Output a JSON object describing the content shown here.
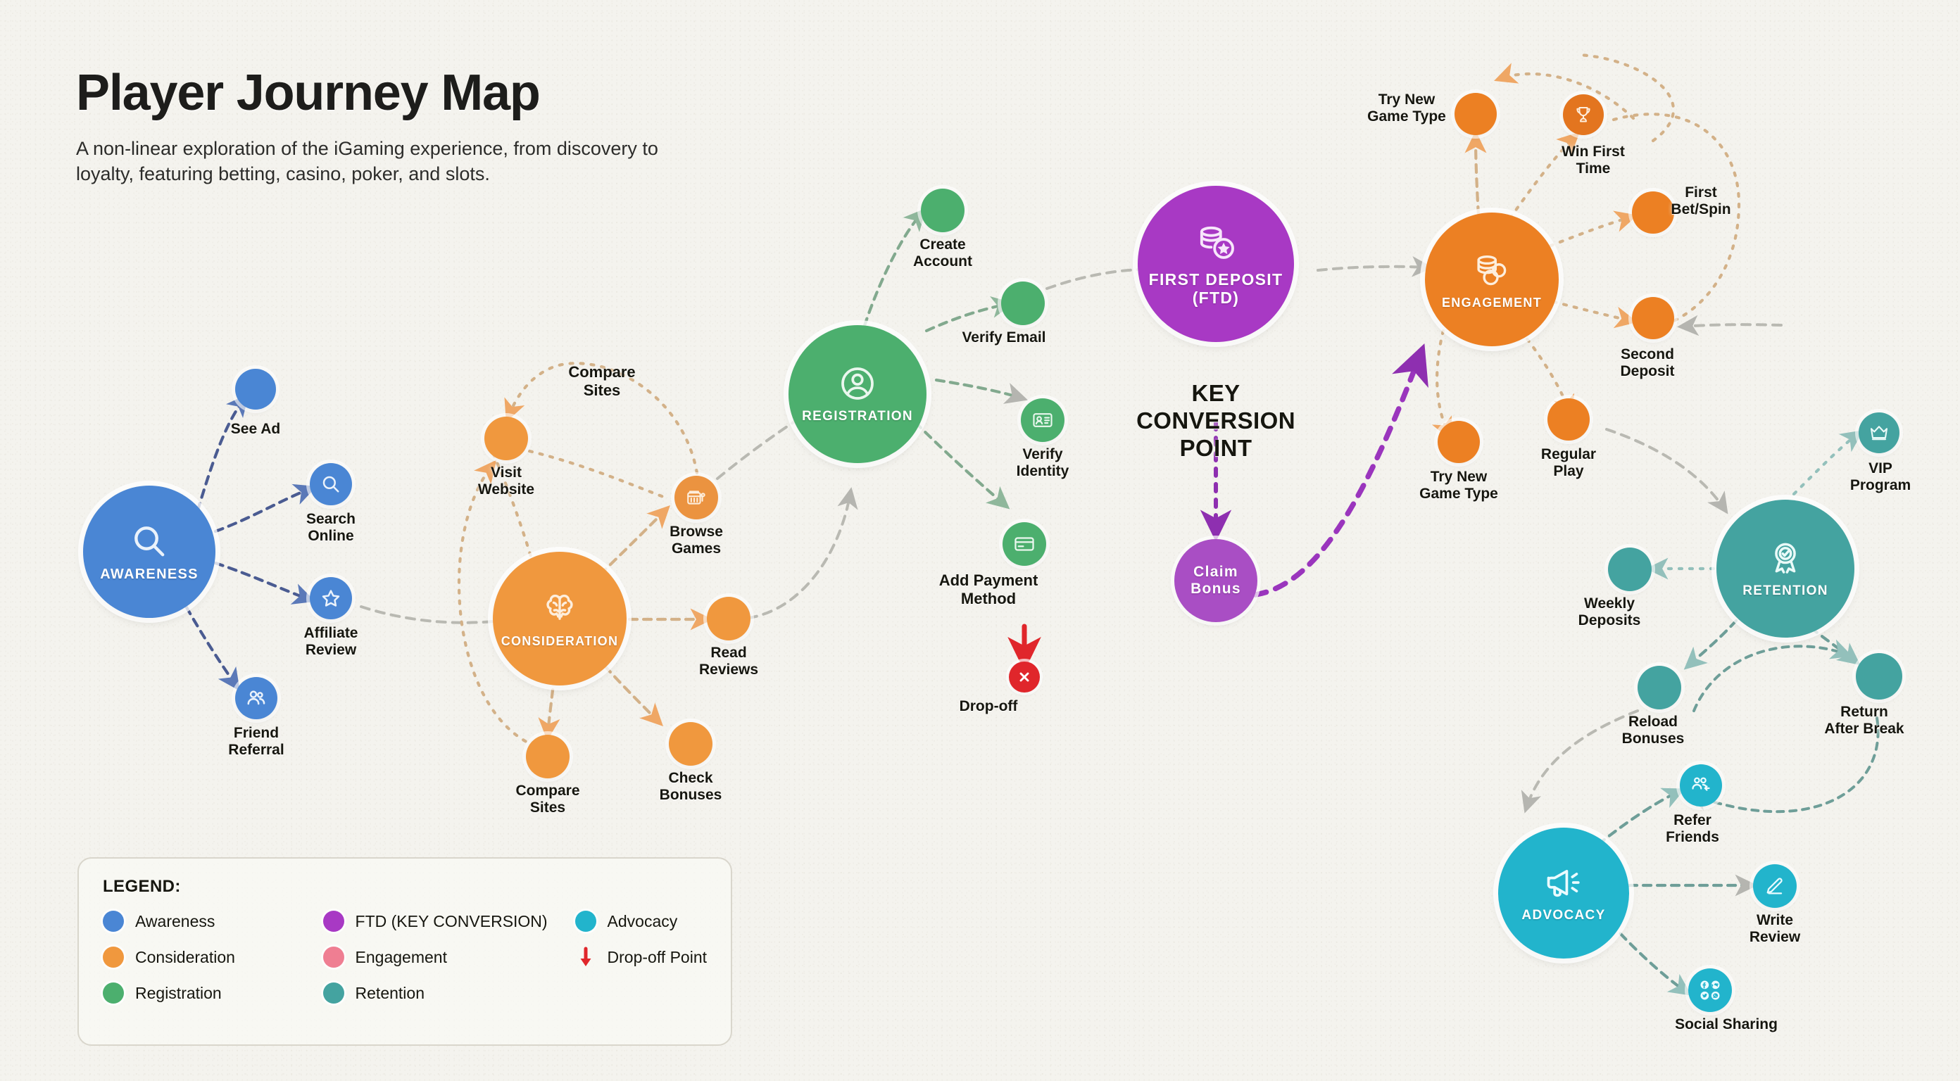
{
  "header": {
    "title": "Player Journey Map",
    "subtitle": "A non-linear exploration of the iGaming experience, from discovery to loyalty, featuring betting, casino, poker, and slots."
  },
  "palette": {
    "awareness": "#4a86d4",
    "consideration": "#f0983e",
    "registration": "#4caf6e",
    "ftd": "#a839c4",
    "engagement": "#ec8023",
    "retention": "#44a3a0",
    "advocacy": "#22b4cc",
    "dropoff": "#e0262b",
    "engagement_legend": "#ef7e92",
    "background": "#f4f3ee"
  },
  "annotations": [
    {
      "id": "key-conv",
      "text": "KEY\nCONVERSION\nPOINT"
    },
    {
      "id": "compare-sites-loop",
      "text": "Compare\nSites"
    }
  ],
  "hubs": [
    {
      "id": "awareness",
      "label": "AWARENESS",
      "icon": "search-icon",
      "stage": "awareness"
    },
    {
      "id": "consideration",
      "label": "CONSIDERATION",
      "icon": "brain-icon",
      "stage": "consideration"
    },
    {
      "id": "registration",
      "label": "REGISTRATION",
      "icon": "user-circle-icon",
      "stage": "registration"
    },
    {
      "id": "ftd",
      "label": "FIRST DEPOSIT\n(FTD)",
      "icon": "coins-star-icon",
      "stage": "ftd"
    },
    {
      "id": "engagement",
      "label": "ENGAGEMENT",
      "icon": "coin-stack-icon",
      "stage": "engagement"
    },
    {
      "id": "retention",
      "label": "RETENTION",
      "icon": "award-icon",
      "stage": "retention"
    },
    {
      "id": "advocacy",
      "label": "ADVOCACY",
      "icon": "megaphone-icon",
      "stage": "advocacy"
    }
  ],
  "nodes": [
    {
      "id": "see-ad",
      "label": "See Ad",
      "stage": "awareness",
      "icon": null
    },
    {
      "id": "search-online",
      "label": "Search\nOnline",
      "stage": "awareness",
      "icon": "search-icon"
    },
    {
      "id": "affiliate-review",
      "label": "Affiliate\nReview",
      "stage": "awareness",
      "icon": "star-icon"
    },
    {
      "id": "friend-referral",
      "label": "Friend\nReferral",
      "stage": "awareness",
      "icon": "people-icon"
    },
    {
      "id": "visit-website",
      "label": "Visit\nWebsite",
      "stage": "consideration",
      "icon": null
    },
    {
      "id": "browse-games",
      "label": "Browse\nGames",
      "stage": "consideration",
      "icon": "slot-machine-icon"
    },
    {
      "id": "read-reviews",
      "label": "Read\nReviews",
      "stage": "consideration",
      "icon": null
    },
    {
      "id": "check-bonuses",
      "label": "Check\nBonuses",
      "stage": "consideration",
      "icon": null
    },
    {
      "id": "compare-sites",
      "label": "Compare\nSites",
      "stage": "consideration",
      "icon": null
    },
    {
      "id": "create-account",
      "label": "Create\nAccount",
      "stage": "registration",
      "icon": null
    },
    {
      "id": "verify-email",
      "label": "Verify Email",
      "stage": "registration",
      "icon": null
    },
    {
      "id": "verify-identity",
      "label": "Verify\nIdentity",
      "stage": "registration",
      "icon": "id-card-icon"
    },
    {
      "id": "add-payment",
      "label": "Add Payment\nMethod",
      "stage": "registration",
      "icon": "credit-card-icon"
    },
    {
      "id": "drop-off",
      "label": "Drop-off",
      "stage": "dropoff",
      "icon": "x-circle-icon"
    },
    {
      "id": "claim-bonus",
      "label": "Claim\nBonus",
      "stage": "ftd",
      "icon": null,
      "inside": true
    },
    {
      "id": "try-new-game-top",
      "label": "Try New\nGame Type",
      "stage": "engagement",
      "icon": null
    },
    {
      "id": "win-first-time",
      "label": "Win First\nTime",
      "stage": "engagement",
      "icon": "trophy-icon"
    },
    {
      "id": "first-bet-spin",
      "label": "First\nBet/Spin",
      "stage": "engagement",
      "icon": null
    },
    {
      "id": "second-deposit",
      "label": "Second\nDeposit",
      "stage": "engagement",
      "icon": null
    },
    {
      "id": "regular-play",
      "label": "Regular\nPlay",
      "stage": "engagement",
      "icon": null
    },
    {
      "id": "try-new-game-bot",
      "label": "Try New\nGame Type",
      "stage": "engagement",
      "icon": null
    },
    {
      "id": "vip-program",
      "label": "VIP\nProgram",
      "stage": "retention",
      "icon": "crown-icon"
    },
    {
      "id": "weekly-deposits",
      "label": "Weekly\nDeposits",
      "stage": "retention",
      "icon": null
    },
    {
      "id": "reload-bonuses",
      "label": "Reload\nBonuses",
      "stage": "retention",
      "icon": null
    },
    {
      "id": "return-after-break",
      "label": "Return\nAfter Break",
      "stage": "retention",
      "icon": null
    },
    {
      "id": "refer-friends",
      "label": "Refer\nFriends",
      "stage": "advocacy",
      "icon": "referral-icon"
    },
    {
      "id": "write-review",
      "label": "Write\nReview",
      "stage": "advocacy",
      "icon": "pencil-icon"
    },
    {
      "id": "social-sharing",
      "label": "Social Sharing",
      "stage": "advocacy",
      "icon": "social-icons"
    }
  ],
  "legend": {
    "title": "LEGEND:",
    "columns": [
      [
        {
          "label": "Awareness",
          "color": "#4a86d4",
          "type": "swatch"
        },
        {
          "label": "Consideration",
          "color": "#f0983e",
          "type": "swatch"
        },
        {
          "label": "Registration",
          "color": "#4caf6e",
          "type": "swatch"
        }
      ],
      [
        {
          "label": "FTD (KEY CONVERSION)",
          "color": "#a839c4",
          "type": "swatch"
        },
        {
          "label": "Engagement",
          "color": "#ef7e92",
          "type": "swatch"
        },
        {
          "label": "Retention",
          "color": "#44a3a0",
          "type": "swatch"
        }
      ],
      [
        {
          "label": "Advocacy",
          "color": "#22b4cc",
          "type": "swatch"
        },
        {
          "label": "Drop-off Point",
          "color": "#e0262b",
          "type": "arrow"
        }
      ]
    ]
  }
}
